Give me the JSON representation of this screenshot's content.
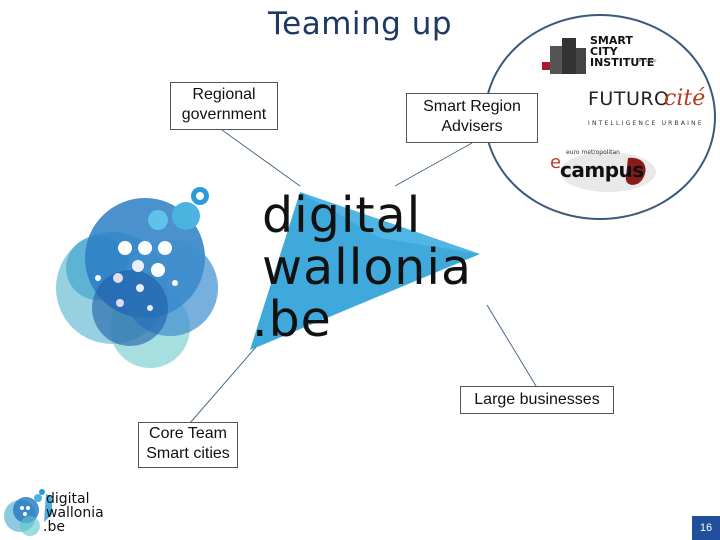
{
  "title": "Teaming up",
  "boxes": {
    "regional_government": "Regional\ngovernment",
    "smart_region_advisers": "Smart Region\nAdvisers",
    "large_businesses": "Large businesses",
    "core_team": "Core Team\nSmart cities"
  },
  "center_logo": {
    "line1": "digital",
    "line2": "wallonia",
    "line3": ".be"
  },
  "partners": {
    "smart_city_institute": [
      "SMART",
      "CITY",
      "INSTITUTE"
    ],
    "smart_city_small": "HEC Liège",
    "futurocite_main": "FUTURO",
    "futurocite_accent": "cité",
    "futurocite_tagline": "INTELLIGENCE URBAINE",
    "ecampus_top": "euro metropolitan",
    "ecampus_e": "e",
    "ecampus_word": "campus"
  },
  "small_logo": {
    "line1": "digital",
    "line2": "wallonia",
    "line3": ".be"
  },
  "page_number": "16",
  "colors": {
    "title": "#1f3864",
    "accent_blue": "#1e9ad6",
    "page_badge": "#1f4e9a",
    "circle_border": "#3b5a7a"
  }
}
